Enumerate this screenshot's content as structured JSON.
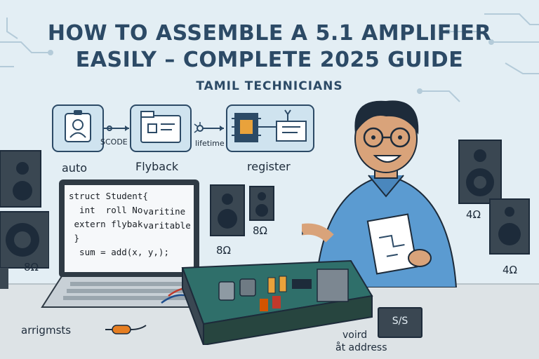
{
  "title_line1": "HOW TO ASSEMBLE A 5.1 AMPLIFIER",
  "title_line2": "EASILY – COMPLETE 2025 GUIDE",
  "subtitle": "TAMIL TECHNICIANS",
  "flow": {
    "box1_label": "auto",
    "connector1_label": "SCODE",
    "box2_label": "Flyback",
    "connector2_label": "lifetime",
    "box3_label": "register"
  },
  "code": {
    "line1": "struct Student{",
    "line2": "  int  roll No",
    "line2_note": "varitine",
    "line3": " extern flybak",
    "line3_note": "varitable",
    "line4": " }",
    "line5": "  sum = add(x, y,);"
  },
  "speaker_labels": {
    "left": "8Ω",
    "center_small": "8Ω",
    "center_big": "8Ω",
    "right_top": "4Ω",
    "right_bottom": "4Ω"
  },
  "bottom": {
    "left_text": "arrigmsts",
    "right_text_line1": "voird",
    "right_text_line2": "åt address",
    "chip_label": "S/S"
  },
  "colors": {
    "background": "#e3eef4",
    "navy": "#2c4a66",
    "panel": "#cfe3ef",
    "pcb": "#2f6f6a",
    "shirt": "#5b9bd1",
    "speaker": "#3a4752"
  }
}
